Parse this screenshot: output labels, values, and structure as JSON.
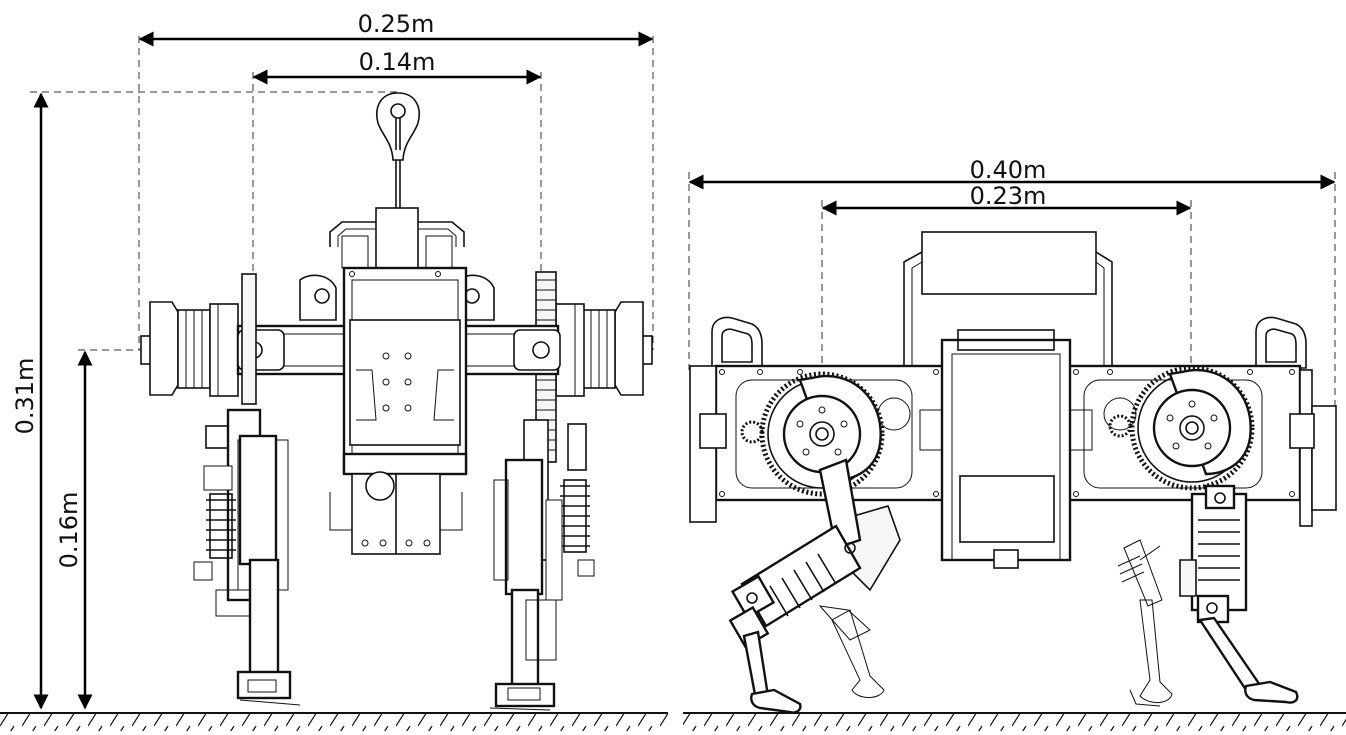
{
  "front_view": {
    "width_outer": "0.25m",
    "width_inner": "0.14m",
    "height_total": "0.31m",
    "height_body": "0.16m"
  },
  "side_view": {
    "length_outer": "0.40m",
    "length_inner": "0.23m"
  },
  "colors": {
    "ink": "#111111",
    "background": "#ffffff"
  }
}
